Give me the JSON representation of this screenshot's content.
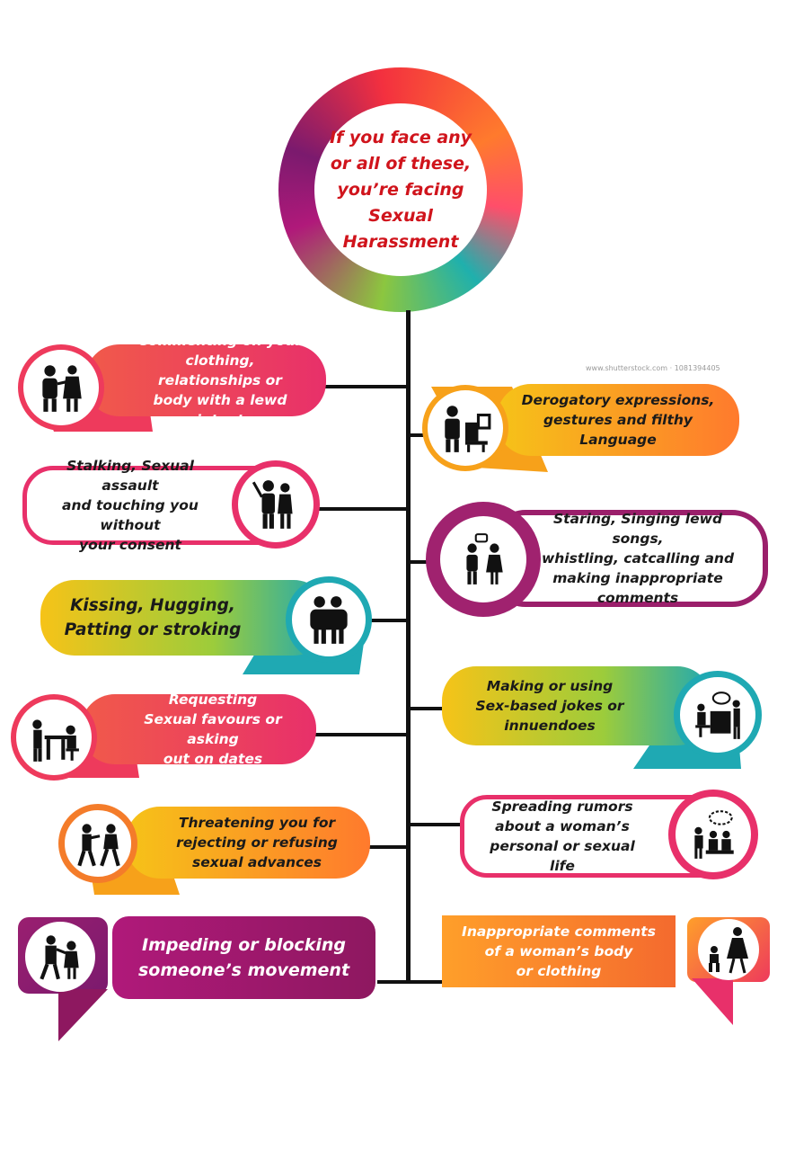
{
  "center": {
    "lines": [
      "If you face any",
      "or all of these,",
      "you’re facing",
      "Sexual",
      "Harassment"
    ]
  },
  "watermark": "www.shutterstock.com · 1081394405",
  "items": [
    {
      "id": "commenting",
      "lines": [
        "Commenting on your",
        "clothing, relationships or",
        "body with a lewd intent"
      ]
    },
    {
      "id": "derogatory",
      "lines": [
        "Derogatory expressions,",
        "gestures and filthy",
        "Language"
      ]
    },
    {
      "id": "stalking",
      "lines": [
        "Stalking, Sexual assault",
        "and touching you without",
        "your consent"
      ]
    },
    {
      "id": "staring",
      "lines": [
        "Staring, Singing lewd  songs,",
        "whistling, catcalling and",
        "making inappropriate",
        "comments"
      ]
    },
    {
      "id": "kissing",
      "lines": [
        "Kissing, Hugging,",
        "Patting or stroking"
      ]
    },
    {
      "id": "jokes",
      "lines": [
        "Making or using",
        "Sex-based jokes or",
        "innuendoes"
      ]
    },
    {
      "id": "requesting",
      "lines": [
        "Requesting",
        "Sexual  favours or asking",
        "out on dates"
      ]
    },
    {
      "id": "rumors",
      "lines": [
        "Spreading rumors",
        "about a  woman’s",
        "personal or sexual life"
      ]
    },
    {
      "id": "threatening",
      "lines": [
        "Threatening you for",
        "rejecting or refusing",
        "sexual advances"
      ]
    },
    {
      "id": "impeding",
      "lines": [
        "Impeding or blocking",
        "someone’s movement"
      ]
    },
    {
      "id": "inappropriate",
      "lines": [
        "Inappropriate comments",
        "of a woman’s body",
        "or clothing"
      ]
    }
  ],
  "icons": [
    "harassing-colleague-icon",
    "office-man-icon",
    "groping-couple-icon",
    "catcalling-pair-icon",
    "hugging-couple-icon",
    "joking-office-icon",
    "desk-request-icon",
    "gossip-group-icon",
    "threat-fight-icon",
    "blocking-person-icon",
    "woman-comment-icon"
  ],
  "colors": {
    "title_red": "#d0141c",
    "pink": "#ee3a5c",
    "orange": "#ff8a2a",
    "purple": "#8e1860",
    "teal": "#1fa9b3",
    "yellow": "#f6c318",
    "green": "#8cc63f"
  }
}
